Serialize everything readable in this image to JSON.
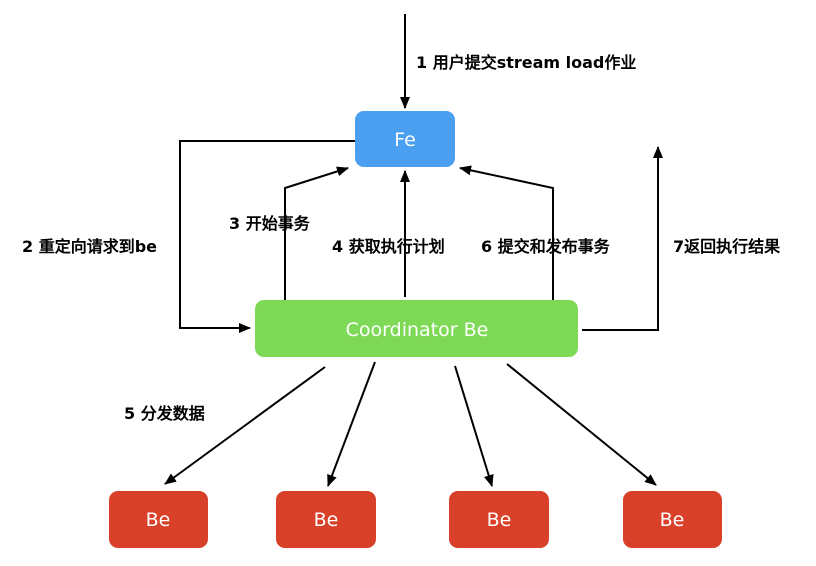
{
  "colors": {
    "fe": "#4A9FF0",
    "coordinator": "#7ED957",
    "be": "#D9402A",
    "arrow": "#000000"
  },
  "nodes": {
    "fe": "Fe",
    "coordinator": "Coordinator Be",
    "be1": "Be",
    "be2": "Be",
    "be3": "Be",
    "be4": "Be"
  },
  "edges": {
    "step1": "1 用户提交stream load作业",
    "step2": "2 重定向请求到be",
    "step3": "3 开始事务",
    "step4": "4 获取执行计划",
    "step5": "5 分发数据",
    "step6": "6 提交和发布事务",
    "step7": "7返回执行结果"
  }
}
